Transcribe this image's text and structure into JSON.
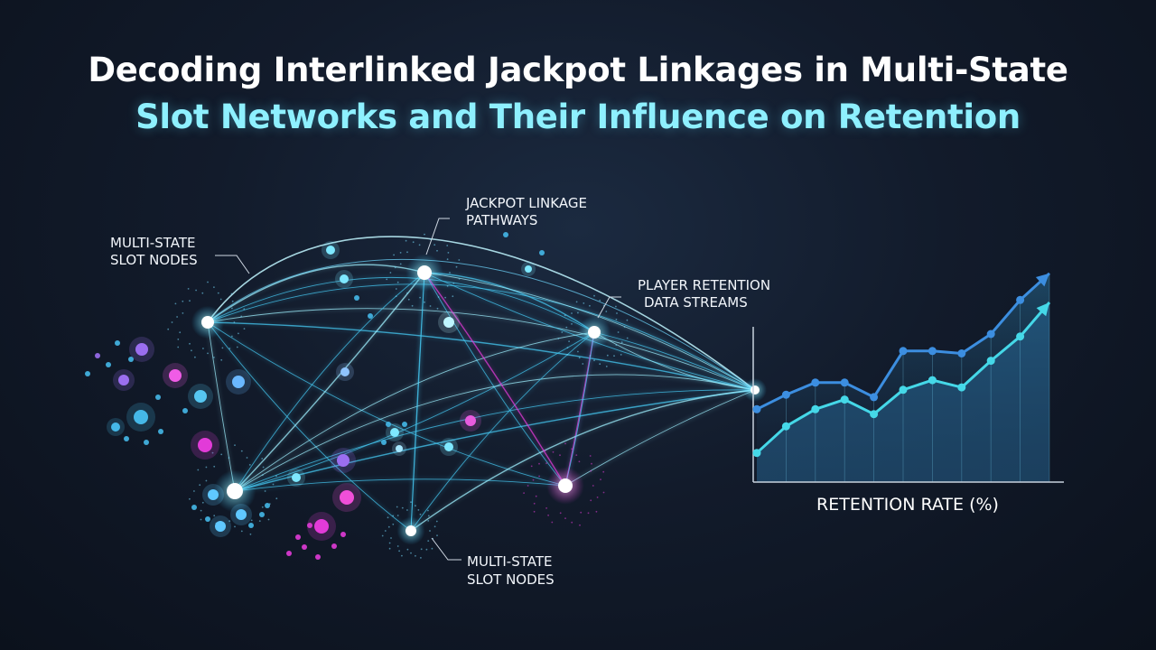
{
  "title": {
    "line1": "Decoding Interlinked Jackpot Linkages in Multi-State",
    "line2": "Slot Networks and Their Influence on Retention"
  },
  "labels": {
    "slot_nodes_top": [
      "MULTI-STATE",
      "SLOT NODES"
    ],
    "jackpot_pathways": [
      "JACKPOT LINKAGE",
      "PATHWAYS"
    ],
    "player_retention": [
      "PLAYER RETENTION",
      "DATA STREAMS"
    ],
    "slot_nodes_bottom": [
      "MULTI-STATE",
      "SLOT NODES"
    ]
  },
  "chart_data": {
    "type": "line",
    "xlabel": "RETENTION RATE (%)",
    "ylabel": "",
    "series": [
      {
        "values": [
          3.0,
          3.6,
          4.1,
          4.1,
          3.5,
          5.4,
          5.4,
          5.3,
          6.1,
          7.5,
          8.6
        ]
      },
      {
        "values": [
          1.2,
          2.3,
          3.0,
          3.4,
          2.8,
          3.8,
          4.2,
          3.9,
          5.0,
          6.0,
          7.4
        ]
      }
    ],
    "colors": [
      "#3c8ee0",
      "#45d8e8"
    ]
  },
  "colors": {
    "background": "#121b2b",
    "cyan": "#5fe6ff",
    "magenta": "#e23bd8",
    "violet": "#9b6ef0",
    "blue": "#3a8ee6"
  }
}
